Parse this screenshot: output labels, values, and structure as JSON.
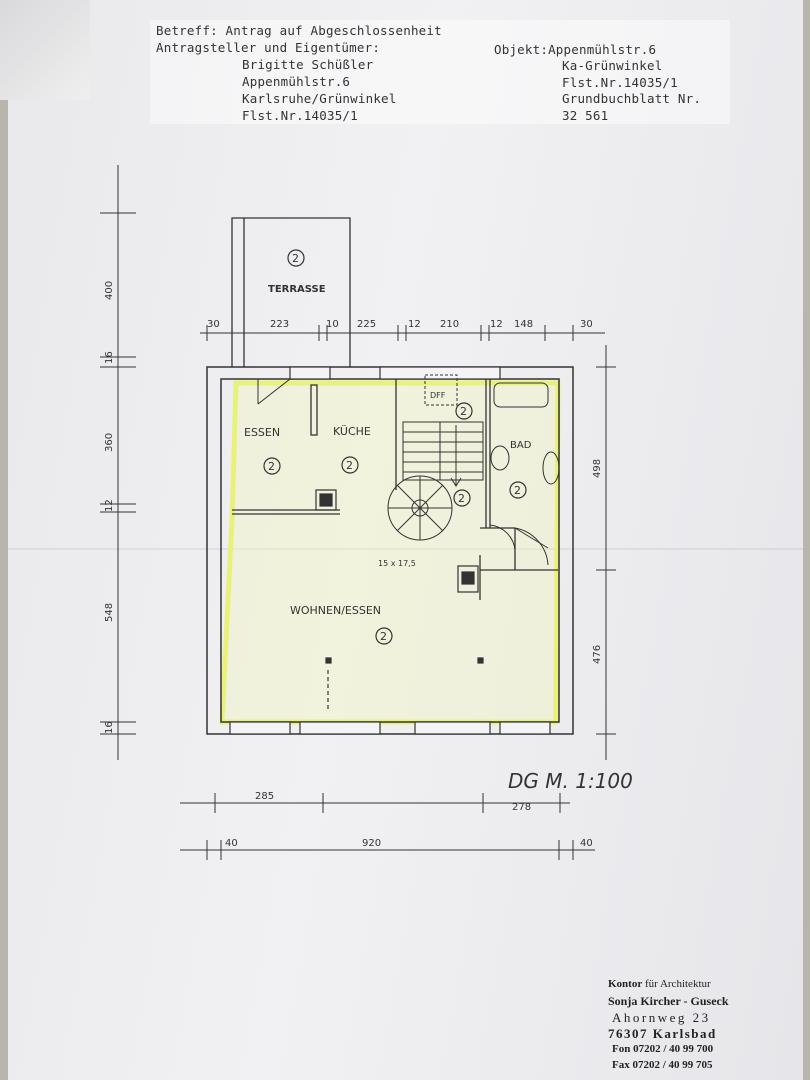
{
  "header": {
    "line1": "Betreff: Antrag auf Abgeschlossenheit",
    "line2": "Antragsteller und Eigentümer:",
    "owner_name": "Brigitte Schüßler",
    "owner_street": "Appenmühlstr.6",
    "owner_city": "Karlsruhe/Grünwinkel",
    "owner_parcel": "Flst.Nr.14035/1",
    "object_label": "Objekt:Appenmühlstr.6",
    "object_city": "Ka-Grünwinkel",
    "object_parcel": "Flst.Nr.14035/1",
    "land_register": "Grundbuchblatt Nr.",
    "land_register_no": "32 561"
  },
  "rooms": {
    "terrace": "TERRASSE",
    "dining": "ESSEN",
    "kitchen": "KÜCHE",
    "bath": "BAD",
    "living": "WOHNEN/ESSEN",
    "attic_hatch": "DFF",
    "stair_size": "15 x 17,5",
    "unit_no": "2"
  },
  "dimensions": {
    "top": [
      "30",
      "223",
      "10",
      "225",
      "12",
      "210",
      "12",
      "148",
      "30"
    ],
    "left": [
      "400",
      "16",
      "360",
      "12",
      "548",
      "16"
    ],
    "right": [
      "498",
      "476"
    ],
    "bottom_upper": [
      "285",
      "278"
    ],
    "bottom_lower": [
      "40",
      "920",
      "40"
    ]
  },
  "plan_title": "DG M. 1:100",
  "stamp": {
    "line1a": "Kontor",
    "line1b": "für Architektur",
    "line2": "Sonja Kircher - Guseck",
    "line3": "Ahornweg 23",
    "line4": "76307 Karlsbad",
    "line5": "Fon 07202 / 40 99 700",
    "line6": "Fax 07202 / 40 99 705"
  },
  "colors": {
    "highlight": "#e8f27a",
    "ink": "#333333"
  }
}
